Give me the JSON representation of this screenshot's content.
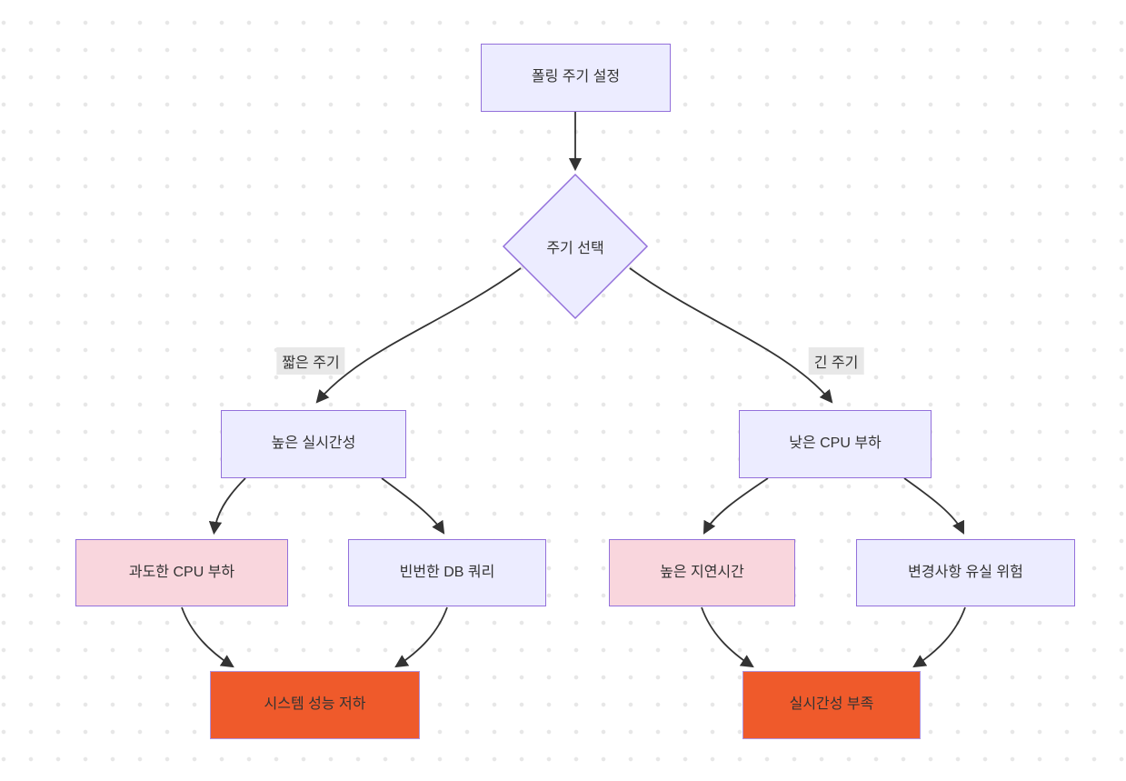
{
  "diagram": {
    "type": "flowchart",
    "direction": "top-down",
    "nodes": [
      {
        "id": "polling-setup",
        "label": "폴링 주기 설정",
        "shape": "rect",
        "fill": "#ECECFF",
        "border": "#9370DB"
      },
      {
        "id": "cycle-choice",
        "label": "주기 선택",
        "shape": "diamond",
        "fill": "#ECECFF",
        "border": "#9370DB"
      },
      {
        "id": "high-realtime",
        "label": "높은 실시간성",
        "shape": "rect",
        "fill": "#ECECFF",
        "border": "#9370DB"
      },
      {
        "id": "low-cpu",
        "label": "낮은 CPU 부하",
        "shape": "rect",
        "fill": "#ECECFF",
        "border": "#9370DB"
      },
      {
        "id": "cpu-overload",
        "label": "과도한 CPU 부하",
        "shape": "rect",
        "fill": "#F9D6DD",
        "border": "#9370DB"
      },
      {
        "id": "frequent-db",
        "label": "빈번한 DB 쿼리",
        "shape": "rect",
        "fill": "#ECECFF",
        "border": "#9370DB"
      },
      {
        "id": "high-latency",
        "label": "높은 지연시간",
        "shape": "rect",
        "fill": "#F9D6DD",
        "border": "#9370DB"
      },
      {
        "id": "change-loss",
        "label": "변경사항 유실 위험",
        "shape": "rect",
        "fill": "#ECECFF",
        "border": "#9370DB"
      },
      {
        "id": "system-degrade",
        "label": "시스템 성능 저하",
        "shape": "rect",
        "fill": "#EF5A2B",
        "border": "#AE93DC"
      },
      {
        "id": "lack-realtime",
        "label": "실시간성 부족",
        "shape": "rect",
        "fill": "#EF5A2B",
        "border": "#AE93DC"
      }
    ],
    "edges": [
      {
        "from": "polling-setup",
        "to": "cycle-choice",
        "label": ""
      },
      {
        "from": "cycle-choice",
        "to": "high-realtime",
        "label": "짧은 주기"
      },
      {
        "from": "cycle-choice",
        "to": "low-cpu",
        "label": "긴 주기"
      },
      {
        "from": "high-realtime",
        "to": "cpu-overload",
        "label": ""
      },
      {
        "from": "high-realtime",
        "to": "frequent-db",
        "label": ""
      },
      {
        "from": "low-cpu",
        "to": "high-latency",
        "label": ""
      },
      {
        "from": "low-cpu",
        "to": "change-loss",
        "label": ""
      },
      {
        "from": "cpu-overload",
        "to": "system-degrade",
        "label": ""
      },
      {
        "from": "frequent-db",
        "to": "system-degrade",
        "label": ""
      },
      {
        "from": "high-latency",
        "to": "lack-realtime",
        "label": ""
      },
      {
        "from": "change-loss",
        "to": "lack-realtime",
        "label": ""
      }
    ],
    "colors": {
      "edge": "#333333",
      "text": "#333333",
      "edge_label_bg": "#E8E8E8",
      "background_dot": "#E7E7E7",
      "default_fill": "#ECECFF",
      "default_border": "#9370DB",
      "warning_fill": "#F9D6DD",
      "critical_fill": "#EF5A2B",
      "critical_border": "#AE93DC"
    }
  }
}
